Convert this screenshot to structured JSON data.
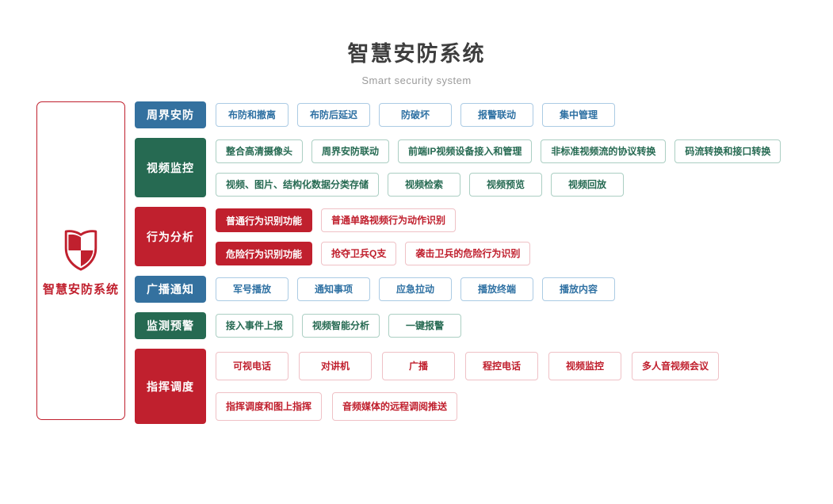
{
  "header": {
    "title": "智慧安防系统",
    "subtitle": "Smart security system"
  },
  "left_panel": {
    "icon": "shield-checkered-icon",
    "label": "智慧安防系统"
  },
  "colors": {
    "blue": {
      "bg": "#34719f",
      "text": "#2f71a3",
      "border": "#abcbe4"
    },
    "green": {
      "bg": "#266a52",
      "text": "#266a52",
      "border": "#abcfc3"
    },
    "red": {
      "bg": "#c0202e",
      "text": "#c0202e",
      "border": "#efc1c6"
    }
  },
  "rows": [
    {
      "category": "周界安防",
      "color": "blue",
      "tall": false,
      "lines": [
        [
          {
            "label": "布防和撤离"
          },
          {
            "label": "布防后延迟"
          },
          {
            "label": "防破坏"
          },
          {
            "label": "报警联动"
          },
          {
            "label": "集中管理"
          }
        ]
      ]
    },
    {
      "category": "视频监控",
      "color": "green",
      "tall": false,
      "lines": [
        [
          {
            "label": "整合高清摄像头"
          },
          {
            "label": "周界安防联动"
          },
          {
            "label": "前端IP视频设备接入和管理"
          },
          {
            "label": "非标准视频流的协议转换"
          },
          {
            "label": "码流转换和接口转换"
          }
        ],
        [
          {
            "label": "视频、图片、结构化数据分类存储"
          },
          {
            "label": "视频检索"
          },
          {
            "label": "视频预览"
          },
          {
            "label": "视频回放"
          }
        ]
      ]
    },
    {
      "category": "行为分析",
      "color": "red",
      "tall": false,
      "lines": [
        [
          {
            "label": "普通行为识别功能",
            "style": "solid"
          },
          {
            "label": "普通单路视频行为动作识别"
          }
        ],
        [
          {
            "label": "危险行为识别功能",
            "style": "solid"
          },
          {
            "label": "抢夺卫兵Q支"
          },
          {
            "label": "袭击卫兵的危险行为识别"
          }
        ]
      ]
    },
    {
      "category": "广播通知",
      "color": "blue",
      "tall": false,
      "lines": [
        [
          {
            "label": "军号播放"
          },
          {
            "label": "通知事项"
          },
          {
            "label": "应急拉动"
          },
          {
            "label": "播放终端"
          },
          {
            "label": "播放内容"
          }
        ]
      ]
    },
    {
      "category": "监测预警",
      "color": "green",
      "tall": false,
      "lines": [
        [
          {
            "label": "接入事件上报"
          },
          {
            "label": "视频智能分析"
          },
          {
            "label": "一键报警"
          }
        ]
      ]
    },
    {
      "category": "指挥调度",
      "color": "red",
      "tall": true,
      "lines": [
        [
          {
            "label": "可视电话"
          },
          {
            "label": "对讲机"
          },
          {
            "label": "广播"
          },
          {
            "label": "程控电话"
          },
          {
            "label": "视频监控"
          },
          {
            "label": "多人音视频会议"
          }
        ],
        [
          {
            "label": "指挥调度和图上指挥"
          },
          {
            "label": "音频媒体的远程调阅推送"
          }
        ]
      ]
    }
  ]
}
